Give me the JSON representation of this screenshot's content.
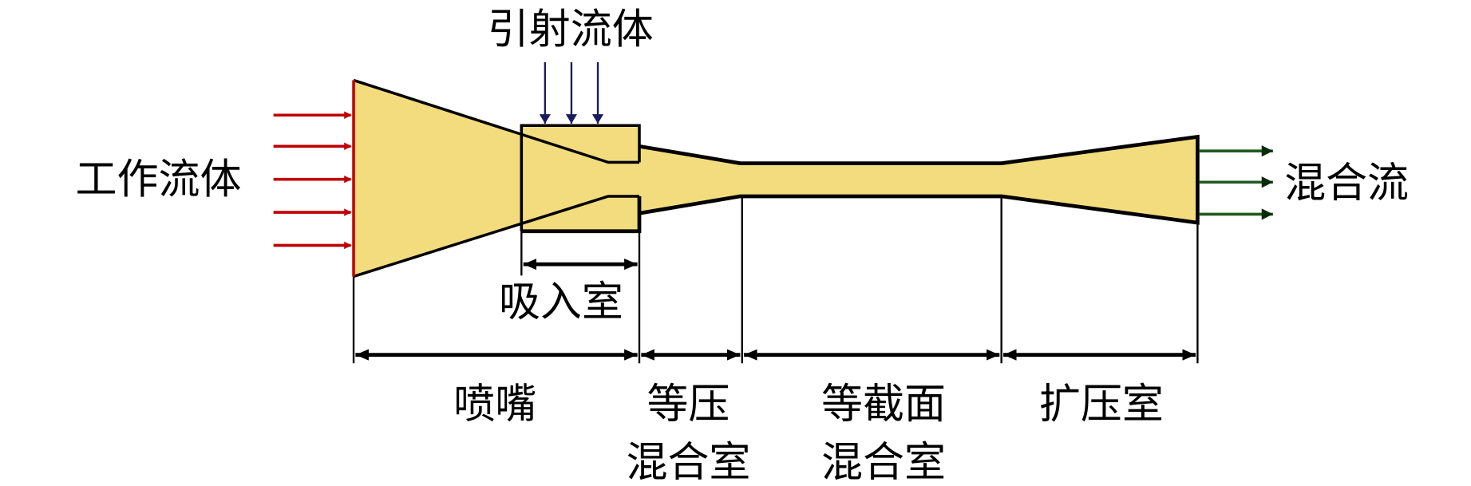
{
  "labels": {
    "motive_fluid": "工作流体",
    "entrained_fluid": "引射流体",
    "mixed_flow": "混合流",
    "suction_chamber": "吸入室",
    "nozzle": "喷嘴",
    "constant_pressure_line1": "等压",
    "constant_pressure_line2": "混合室",
    "constant_area_line1": "等截面",
    "constant_area_line2": "混合室",
    "diffuser": "扩压室"
  },
  "colors": {
    "body_fill": "#f2dc7e",
    "motive_arrow": "#c00000",
    "entrained_arrow": "#1a1a5e",
    "mixed_arrow": "#1f5a1f",
    "outline": "#000000"
  }
}
